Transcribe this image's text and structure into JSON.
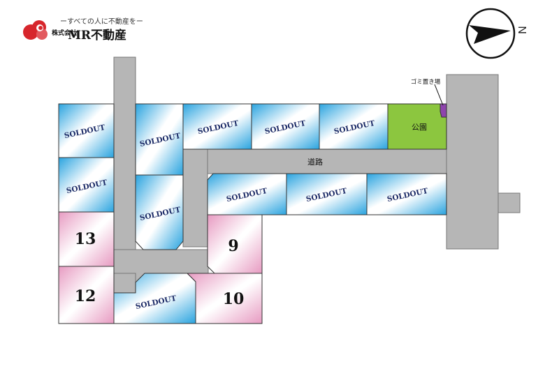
{
  "logo": {
    "tagline": "ーすべての人に不動産をー",
    "company_prefix": "株式会社",
    "company_name": "MR不動産"
  },
  "compass": {
    "letter": "N"
  },
  "labels": {
    "road": "道路",
    "park": "公園",
    "garbage": "ゴミ置き場"
  },
  "lots": [
    {
      "id": "a1",
      "status": "SOLDOUT"
    },
    {
      "id": "a2",
      "status": "SOLDOUT"
    },
    {
      "id": "a3",
      "status": "SOLDOUT"
    },
    {
      "id": "a4",
      "status": "SOLDOUT"
    },
    {
      "id": "a5",
      "status": "SOLDOUT"
    },
    {
      "id": "b1",
      "status": "SOLDOUT"
    },
    {
      "id": "b2",
      "status": "SOLDOUT"
    },
    {
      "id": "c1",
      "status": "SOLDOUT"
    },
    {
      "id": "c2",
      "status": "SOLDOUT"
    },
    {
      "id": "c3",
      "status": "SOLDOUT"
    },
    {
      "id": "d1",
      "status": "SOLDOUT"
    },
    {
      "id": "lot13",
      "status": "13"
    },
    {
      "id": "lot12",
      "status": "12"
    },
    {
      "id": "lot9",
      "status": "9"
    },
    {
      "id": "lot10",
      "status": "10"
    }
  ],
  "colors": {
    "road": "#b6b6b6",
    "park": "#8cc63f",
    "garbage": "#8e44ad",
    "sold_blue": "#2aa6e0",
    "available_pink": "#e9a7c8"
  }
}
